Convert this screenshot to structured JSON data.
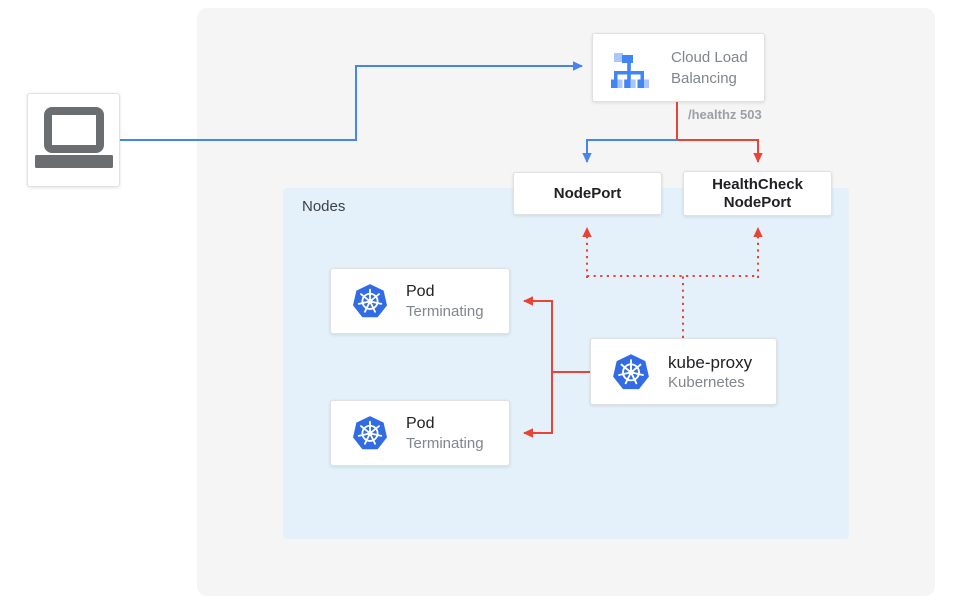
{
  "colors": {
    "blue_flow": "#4684EE",
    "red_flow": "#E94335",
    "panel_bg": "#F5F5F5",
    "nodes_bg": "#E4F1FB",
    "card_border": "#DFE1E3",
    "text_dark": "#202124",
    "text_mid": "#3C4043",
    "text_gray": "#80868B",
    "label_gray": "#9AA0A6",
    "laptop_gray": "#6B6E70",
    "lb_icon_blue": "#4285F4",
    "lb_icon_light": "#A8C7FA",
    "k8s_blue": "#326CE5"
  },
  "nodes_panel": {
    "label": "Nodes"
  },
  "load_balancer": {
    "label": "Cloud Load Balancing"
  },
  "edge_label_healthz": "/healthz 503",
  "nodeport": {
    "label": "NodePort"
  },
  "healthcheck_nodeport": {
    "label": "HealthCheck NodePort"
  },
  "pods": [
    {
      "title": "Pod",
      "subtitle": "Terminating"
    },
    {
      "title": "Pod",
      "subtitle": "Terminating"
    }
  ],
  "kube_proxy": {
    "title": "kube-proxy",
    "subtitle": "Kubernetes"
  }
}
